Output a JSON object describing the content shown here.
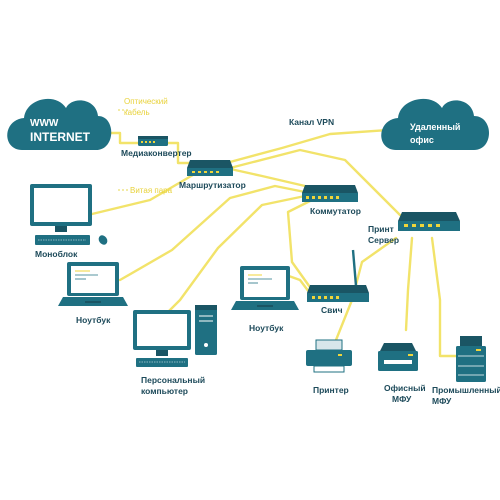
{
  "colors": {
    "device": "#1f7082",
    "device_dark": "#1a5564",
    "wire": "#f2e36a",
    "label_dark": "#1d4a5a",
    "label_yellow": "#e8d23a",
    "device_accent": "#f0d53a"
  },
  "cloud_internet": {
    "line1": "WWW",
    "line2": "INTERNET"
  },
  "cloud_remote": {
    "line1": "Удаленный",
    "line2": "офис"
  },
  "annotations": {
    "optical_cable_1": "Оптический",
    "optical_cable_2": "кабель",
    "twisted_pair": "Витая пара",
    "vpn": "Канал VPN"
  },
  "labels": {
    "media_converter": "Медиаконвертер",
    "router": "Маршрутизатор",
    "commutator": "Коммутатор",
    "print_server_1": "Принт",
    "print_server_2": "Сервер",
    "monoblock": "Моноблок",
    "notebook_left": "Ноутбук",
    "notebook_center": "Ноутбук",
    "switch": "Свич",
    "pc_1": "Персональный",
    "pc_2": "компьютер",
    "printer": "Принтер",
    "office_mfu_1": "Офисный",
    "office_mfu_2": "МФУ",
    "industrial_mfu_1": "Промышленный",
    "industrial_mfu_2": "МФУ"
  },
  "icons": {
    "cloud_internet": "cloud-icon",
    "cloud_remote": "cloud-icon",
    "media_converter": "media-converter-icon",
    "router": "router-icon",
    "commutator": "switch-icon",
    "print_server": "print-server-icon",
    "monoblock": "monitor-icon",
    "mouse": "mouse-icon",
    "notebook": "laptop-icon",
    "switch": "wifi-switch-icon",
    "pc": "desktop-pc-icon",
    "printer": "printer-icon",
    "office_mfu": "mfu-icon",
    "industrial_mfu": "industrial-mfu-icon"
  }
}
